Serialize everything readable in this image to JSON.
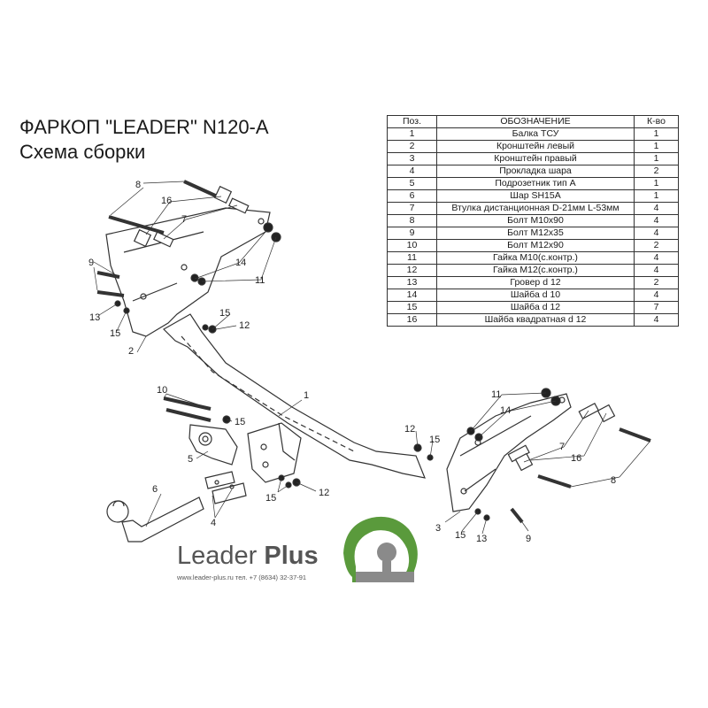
{
  "title": "ФАРКОП \"LEADER\" N120-A",
  "subtitle": "Схема сборки",
  "table": {
    "headers": [
      "Поз.",
      "ОБОЗНАЧЕНИЕ",
      "К-во"
    ],
    "rows": [
      [
        "1",
        "Балка ТСУ",
        "1"
      ],
      [
        "2",
        "Кронштейн левый",
        "1"
      ],
      [
        "3",
        "Кронштейн правый",
        "1"
      ],
      [
        "4",
        "Прокладка шара",
        "2"
      ],
      [
        "5",
        "Подрозетник тип А",
        "1"
      ],
      [
        "6",
        "Шар SH15A",
        "1"
      ],
      [
        "7",
        "Втулка дистанционная D-21мм L-53мм",
        "4"
      ],
      [
        "8",
        "Болт М10х90",
        "4"
      ],
      [
        "9",
        "Болт М12х35",
        "4"
      ],
      [
        "10",
        "Болт М12х90",
        "2"
      ],
      [
        "11",
        "Гайка  М10(с.контр.)",
        "4"
      ],
      [
        "12",
        "Гайка М12(с.контр.)",
        "4"
      ],
      [
        "13",
        "Гровер d 12",
        "2"
      ],
      [
        "14",
        "Шайба d 10",
        "4"
      ],
      [
        "15",
        "Шайба d 12",
        "7"
      ],
      [
        "16",
        "Шайба квадратная d 12",
        "4"
      ]
    ]
  },
  "callouts": {
    "n1": "1",
    "n2": "2",
    "n3": "3",
    "n4": "4",
    "n5": "5",
    "n6": "6",
    "n7": "7",
    "n8": "8",
    "n9": "9",
    "n10": "10",
    "n11": "11",
    "n12": "12",
    "n13": "13",
    "n14": "14",
    "n15": "15",
    "n16": "16"
  },
  "brand": {
    "name_light": "Leader",
    "name_bold": "Plus",
    "contacts": "www.leader-plus.ru    тел. +7 (8634) 32-37-91"
  },
  "colors": {
    "line": "#333333",
    "logo_green": "#5a9a3c",
    "logo_grey": "#8a8a8a"
  }
}
